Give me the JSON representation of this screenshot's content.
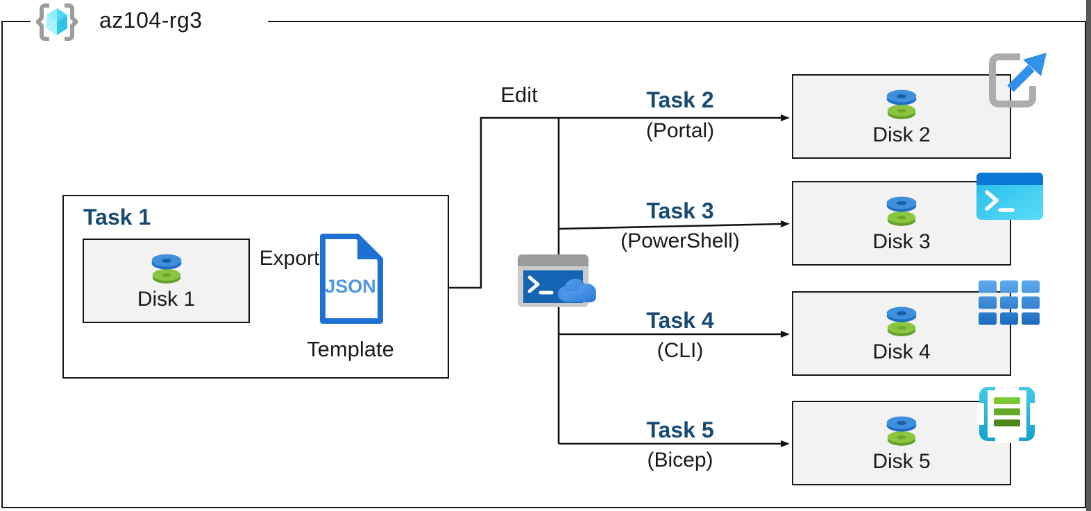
{
  "resource_group": {
    "name": "az104-rg3"
  },
  "edit_label": "Edit",
  "task1": {
    "label": "Task 1",
    "disk_label": "Disk 1",
    "export_label": "Export",
    "json_text": "JSON",
    "template_label": "Template"
  },
  "tasks": [
    {
      "label": "Task 2",
      "method": "(Portal)",
      "disk_label": "Disk 2",
      "icon": "portal-icon"
    },
    {
      "label": "Task 3",
      "method": "(PowerShell)",
      "disk_label": "Disk 3",
      "icon": "powershell-icon"
    },
    {
      "label": "Task 4",
      "method": "(CLI)",
      "disk_label": "Disk 4",
      "icon": "cli-icon"
    },
    {
      "label": "Task 5",
      "method": "(Bicep)",
      "disk_label": "Disk 5",
      "icon": "bicep-icon"
    }
  ],
  "colors": {
    "task_label_navy": "#174a73",
    "box_fill_gray": "#f2f2f2",
    "line_black": "#161616",
    "accent_blue": "#2e86de",
    "disk_blue": "#3e90dd",
    "disk_green": "#8bc540",
    "cyan_cube": "#69e5fa"
  }
}
